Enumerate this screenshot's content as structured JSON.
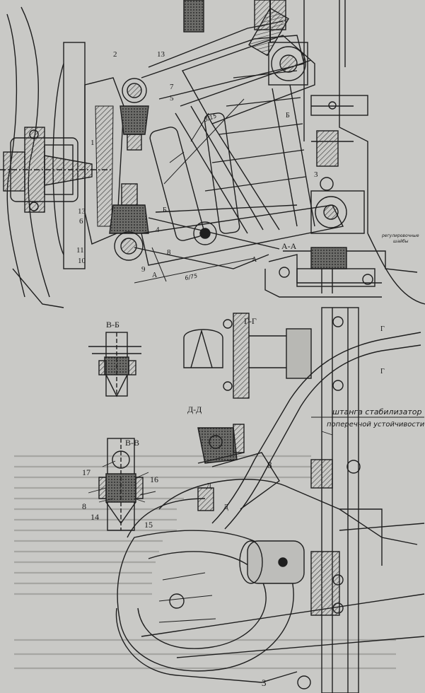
{
  "colors": {
    "paper": "#c9c9c6",
    "ink": "#1e1e1e",
    "hatch": "#444444",
    "faint_text": "#9a9a96"
  },
  "section_labels": {
    "aa": "А-А",
    "bb": "В-Б",
    "gg": "Г-Г",
    "dd": "Д-Д",
    "vv": "В-В"
  },
  "part_numbers": {
    "n1": "1",
    "n2": "2",
    "n3": "3",
    "n4": "4",
    "n5": "5",
    "n6": "6",
    "n7": "7",
    "n8": "8",
    "n9": "9",
    "n10": "10",
    "n11": "11",
    "n13": "13",
    "n14": "14",
    "n15": "15",
    "n16": "16",
    "n17": "17",
    "n8b": "8",
    "n3b": "3",
    "n8c": "8"
  },
  "annotations": {
    "stabilizer_line1": "штанга стабилизатор",
    "stabilizer_line2": "поперечной устойчивости",
    "adjust_line1": "регулировочные",
    "adjust_line2": "шайбы",
    "dim_upper": "3/15",
    "dim_lower": "6/75"
  },
  "section_marks": {
    "g_top": "Г",
    "g_bot": "Г",
    "d_top": "Д",
    "d_bot": "Д",
    "a_mark": "А",
    "a_mark2": "А",
    "b_mark": "Б",
    "b_mark2": "Б"
  }
}
